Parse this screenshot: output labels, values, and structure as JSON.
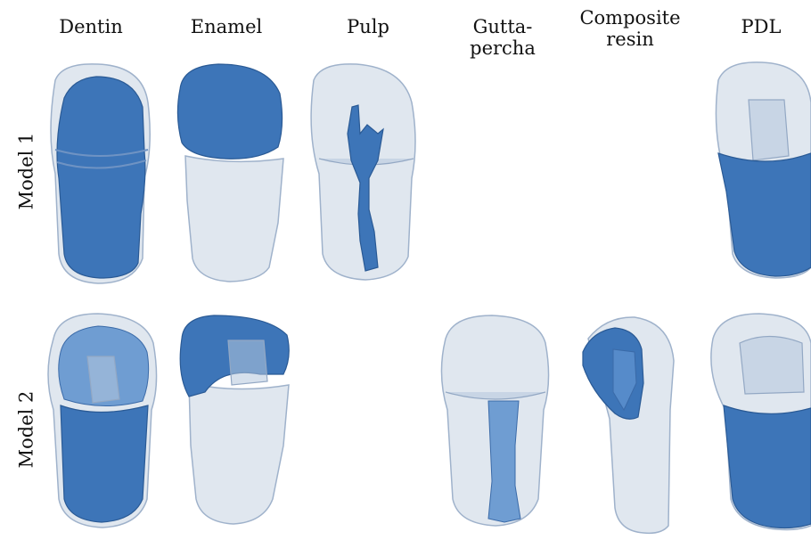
{
  "columns": [
    {
      "key": "dentin",
      "label": "Dentin"
    },
    {
      "key": "enamel",
      "label": "Enamel"
    },
    {
      "key": "pulp",
      "label": "Pulp"
    },
    {
      "key": "gutta",
      "label": "Gutta-percha"
    },
    {
      "key": "composite",
      "label": "Composite\nresin"
    },
    {
      "key": "pdl",
      "label": "PDL"
    }
  ],
  "rows": [
    {
      "key": "model1",
      "label": "Model 1"
    },
    {
      "key": "model2",
      "label": "Model 2"
    }
  ],
  "colors": {
    "highlight": "#3d75b8",
    "translucent": "#c7d3e2"
  }
}
